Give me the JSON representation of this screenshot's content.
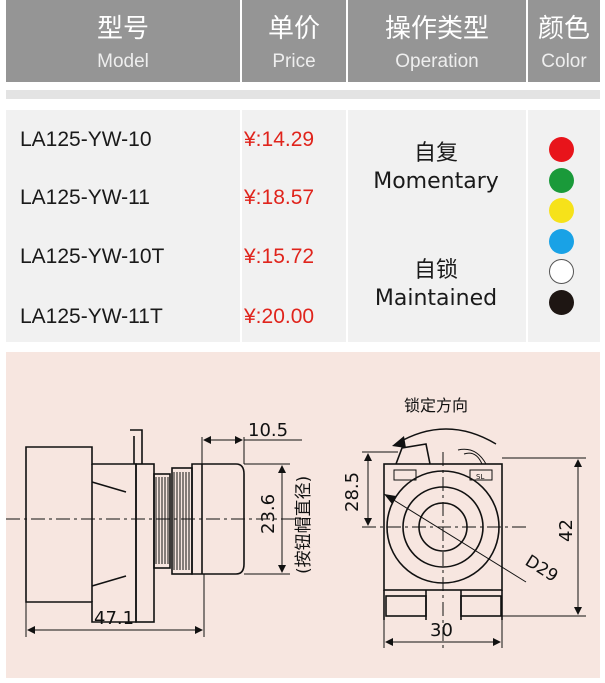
{
  "header": {
    "columns": [
      {
        "cn": "型号",
        "en": "Model"
      },
      {
        "cn": "单价",
        "en": "Price"
      },
      {
        "cn": "操作类型",
        "en": "Operation"
      },
      {
        "cn": "颜色",
        "en": "Color"
      }
    ]
  },
  "rows": [
    {
      "model": "LA125-YW-10",
      "price": "¥:14.29"
    },
    {
      "model": "LA125-YW-11",
      "price": "¥:18.57"
    },
    {
      "model": "LA125-YW-10T",
      "price": "¥:15.72"
    },
    {
      "model": "LA125-YW-11T",
      "price": "¥:20.00"
    }
  ],
  "operations": [
    {
      "cn": "自复",
      "en": "Momentary"
    },
    {
      "cn": "自锁",
      "en": "Maintained"
    }
  ],
  "colors": [
    "#e8141b",
    "#1a9a3a",
    "#f6e21a",
    "#19a2e6",
    "#ffffff",
    "#1e1613"
  ],
  "drawing": {
    "dim_10_5": "10.5",
    "dim_23_6": "23.6",
    "cap_diameter_note": "(按钮帽直径)",
    "dim_47_1": "47.1",
    "lock_direction": "锁定方向",
    "dim_28_5": "28.5",
    "dim_42": "42",
    "dim_30": "30",
    "dim_d29": "D29",
    "label_sl": "SL"
  }
}
